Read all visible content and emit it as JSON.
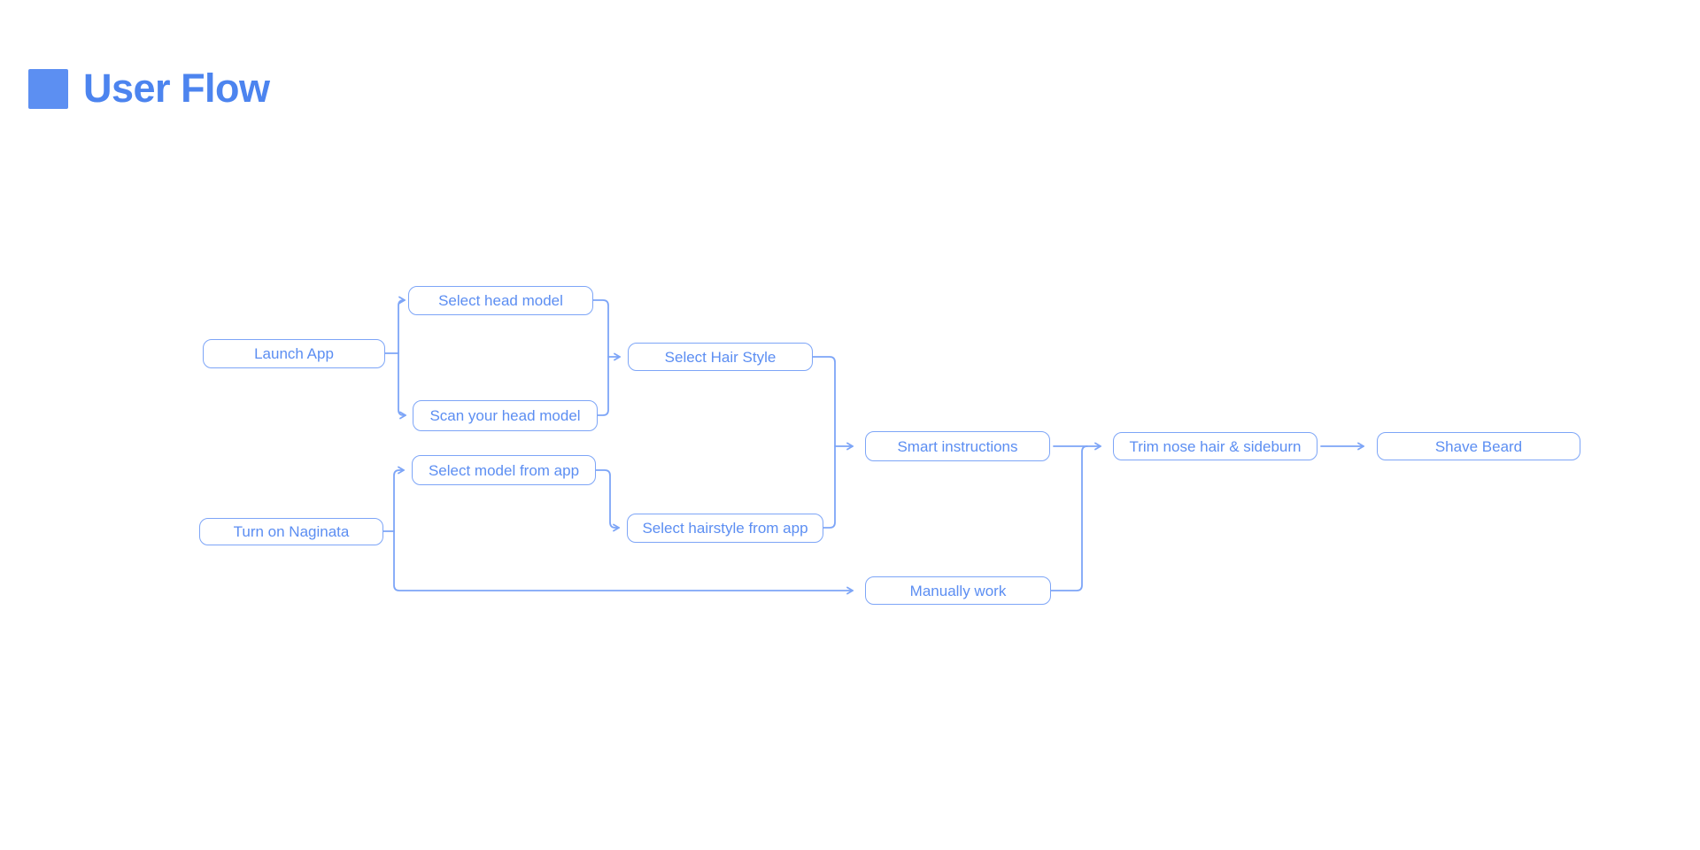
{
  "theme": {
    "background": "#ffffff",
    "accent_square_color": "#5c8ff2",
    "title_color": "#4c84ef",
    "connector_color": "#7da5f7",
    "node_border_color": "#7da5f7",
    "node_text_color": "#5c8ef2"
  },
  "header": {
    "title": "User Flow"
  },
  "diagram": {
    "nodes": [
      {
        "id": "launch-app",
        "label": "Launch App"
      },
      {
        "id": "select-head-model",
        "label": "Select head model"
      },
      {
        "id": "scan-your-head-model",
        "label": "Scan your head model"
      },
      {
        "id": "select-hair-style",
        "label": "Select Hair Style"
      },
      {
        "id": "select-model-from-app",
        "label": "Select model from app"
      },
      {
        "id": "turn-on-naginata",
        "label": "Turn on Naginata"
      },
      {
        "id": "select-hairstyle-from-app",
        "label": "Select hairstyle from app"
      },
      {
        "id": "smart-instructions",
        "label": "Smart instructions"
      },
      {
        "id": "manually-work",
        "label": "Manually work"
      },
      {
        "id": "trim-nose-hair-sideburn",
        "label": "Trim nose hair & sideburn"
      },
      {
        "id": "shave-beard",
        "label": "Shave Beard"
      }
    ],
    "edges": [
      {
        "from": "launch-app",
        "to": "select-head-model"
      },
      {
        "from": "launch-app",
        "to": "scan-your-head-model"
      },
      {
        "from": "select-head-model",
        "to": "select-hair-style"
      },
      {
        "from": "scan-your-head-model",
        "to": "select-hair-style"
      },
      {
        "from": "select-hair-style",
        "to": "smart-instructions"
      },
      {
        "from": "turn-on-naginata",
        "to": "select-model-from-app"
      },
      {
        "from": "turn-on-naginata",
        "to": "manually-work"
      },
      {
        "from": "select-model-from-app",
        "to": "select-hairstyle-from-app"
      },
      {
        "from": "select-hairstyle-from-app",
        "to": "smart-instructions"
      },
      {
        "from": "smart-instructions",
        "to": "trim-nose-hair-sideburn"
      },
      {
        "from": "manually-work",
        "to": "trim-nose-hair-sideburn"
      },
      {
        "from": "trim-nose-hair-sideburn",
        "to": "shave-beard"
      }
    ]
  }
}
